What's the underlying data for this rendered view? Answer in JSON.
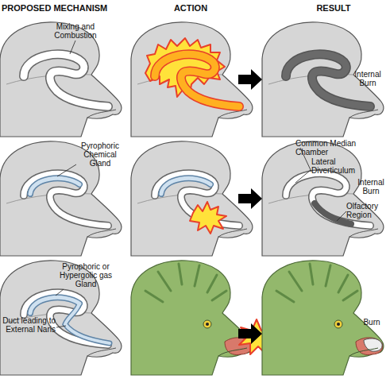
{
  "diagram": {
    "labels": [
      "PROPOSED MECHANISM",
      "ACTION",
      "RESULT",
      "Mixing and Combustion",
      "Internal Burn",
      "Pyrophoric Chemical Gland",
      "Common Median Chamber",
      "Lateral Diverticulum",
      "Olfactory Region",
      "Internal Burn",
      "Pyrophoric or Hypergolic gas Gland",
      "Duct leading to External Naris",
      "Burn"
    ]
  }
}
